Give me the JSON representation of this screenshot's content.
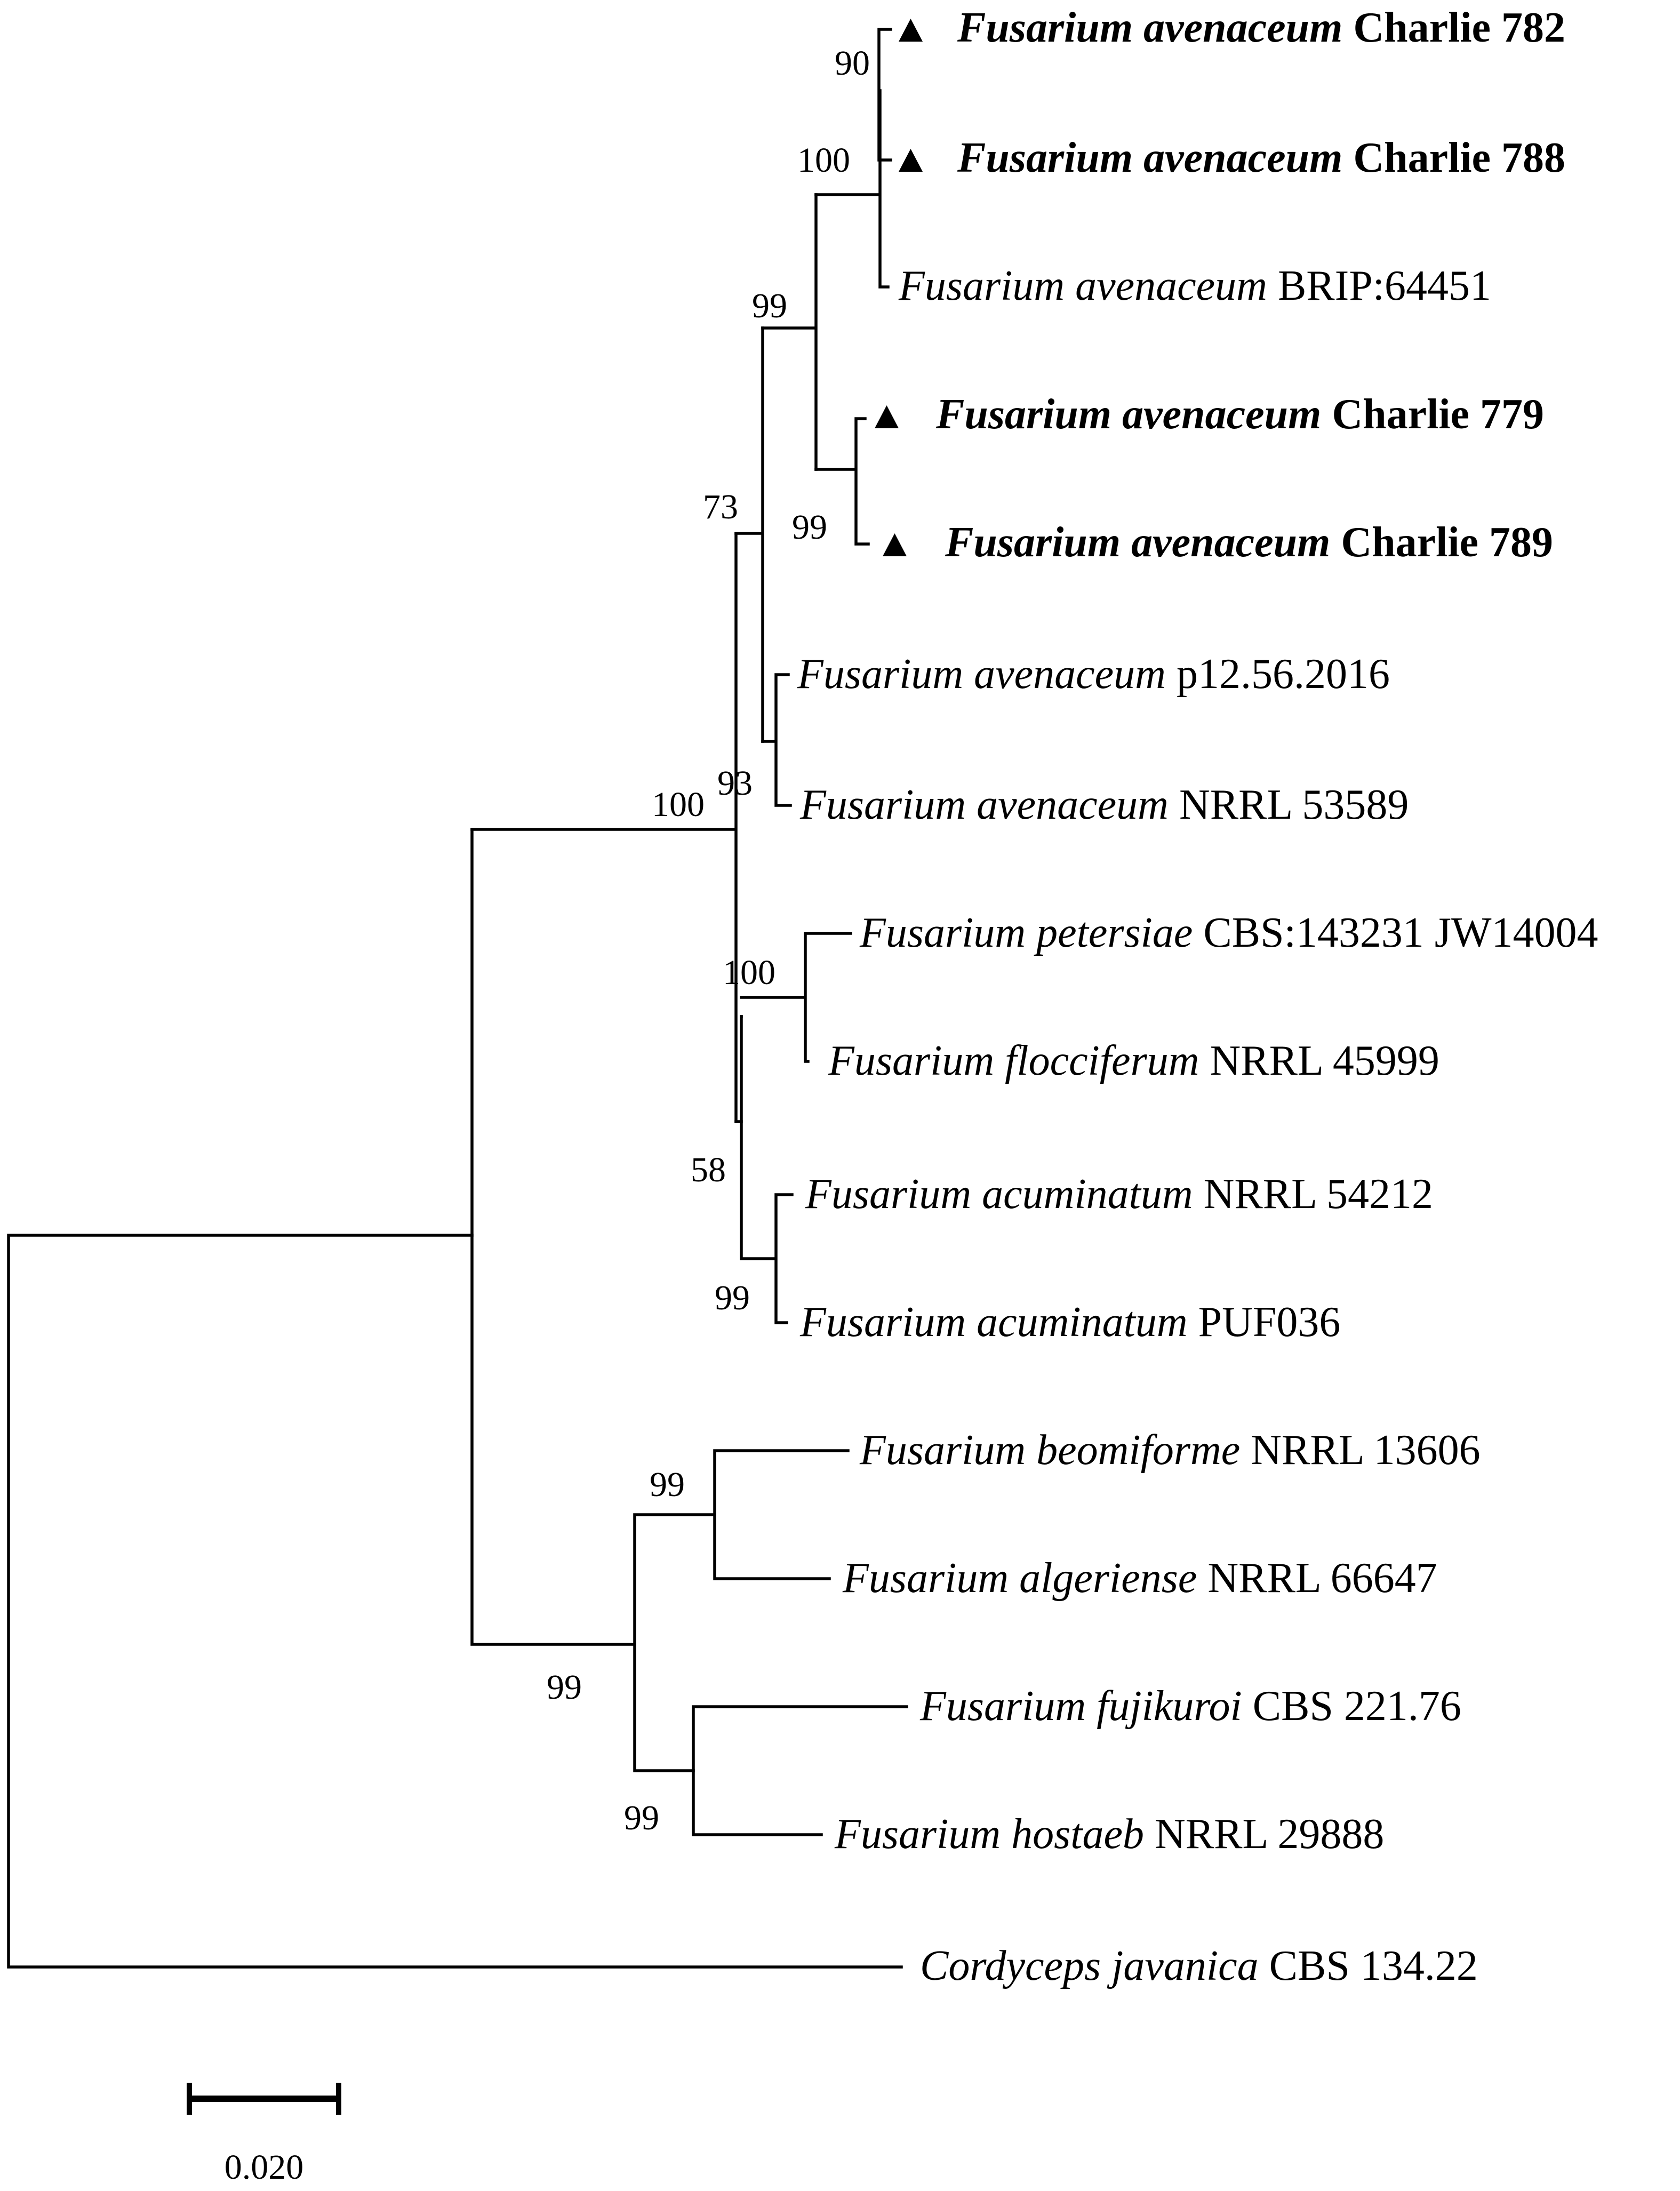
{
  "taxa": [
    {
      "genus": "Fusarium avenaceum",
      "strain": "Charlie 782",
      "isolate": true
    },
    {
      "genus": "Fusarium avenaceum",
      "strain": "Charlie 788",
      "isolate": true
    },
    {
      "genus": "Fusarium avenaceum",
      "strain": "BRIP:64451",
      "isolate": false
    },
    {
      "genus": "Fusarium avenaceum",
      "strain": "Charlie 779",
      "isolate": true
    },
    {
      "genus": "Fusarium avenaceum",
      "strain": "Charlie 789",
      "isolate": true
    },
    {
      "genus": "Fusarium avenaceum",
      "strain": "p12.56.2016",
      "isolate": false
    },
    {
      "genus": "Fusarium avenaceum",
      "strain": "NRRL 53589",
      "isolate": false
    },
    {
      "genus": "Fusarium petersiae",
      "strain": "CBS:143231 JW14004",
      "isolate": false
    },
    {
      "genus": "Fusarium flocciferum",
      "strain": "NRRL 45999",
      "isolate": false
    },
    {
      "genus": "Fusarium acuminatum",
      "strain": "NRRL 54212",
      "isolate": false
    },
    {
      "genus": "Fusarium acuminatum",
      "strain": "PUF036",
      "isolate": false
    },
    {
      "genus": "Fusarium beomiforme",
      "strain": "NRRL 13606",
      "isolate": false
    },
    {
      "genus": "Fusarium algeriense",
      "strain": "NRRL 66647",
      "isolate": false
    },
    {
      "genus": "Fusarium fujikuroi",
      "strain": "CBS 221.76",
      "isolate": false
    },
    {
      "genus": "Fusarium hostaeb",
      "strain": "NRRL 29888",
      "isolate": false
    },
    {
      "genus": "Cordyceps javanica",
      "strain": "CBS 134.22",
      "isolate": false
    }
  ],
  "bootstrap": [
    "90",
    "100",
    "99",
    "99",
    "73",
    "93",
    "100",
    "100",
    "58",
    "99",
    "99",
    "99",
    "99"
  ],
  "scale_bar": {
    "label": "0.020"
  },
  "marker": {
    "shape": "filled-triangle",
    "color": "#000000",
    "meaning_shown": "isolates marked with triangle"
  }
}
